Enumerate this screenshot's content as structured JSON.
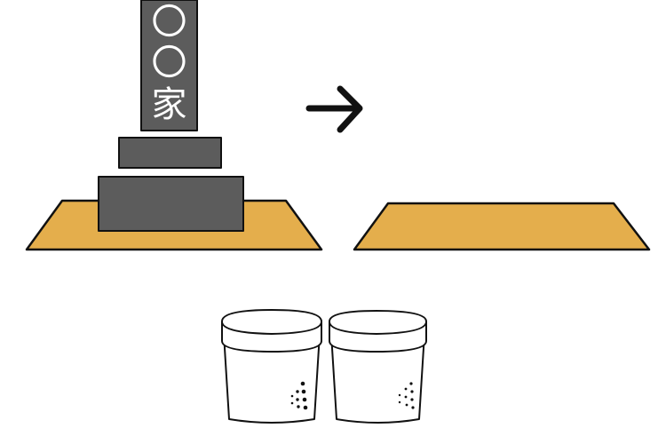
{
  "gravestone": {
    "inscription": [
      "〇",
      "〇",
      "家"
    ]
  },
  "colors": {
    "stone": "#5c5c5c",
    "base_plot": "#e4ae4c",
    "outline": "#111111",
    "urn": "#ffffff"
  },
  "icons": {
    "arrow": "right-arrow-icon"
  }
}
